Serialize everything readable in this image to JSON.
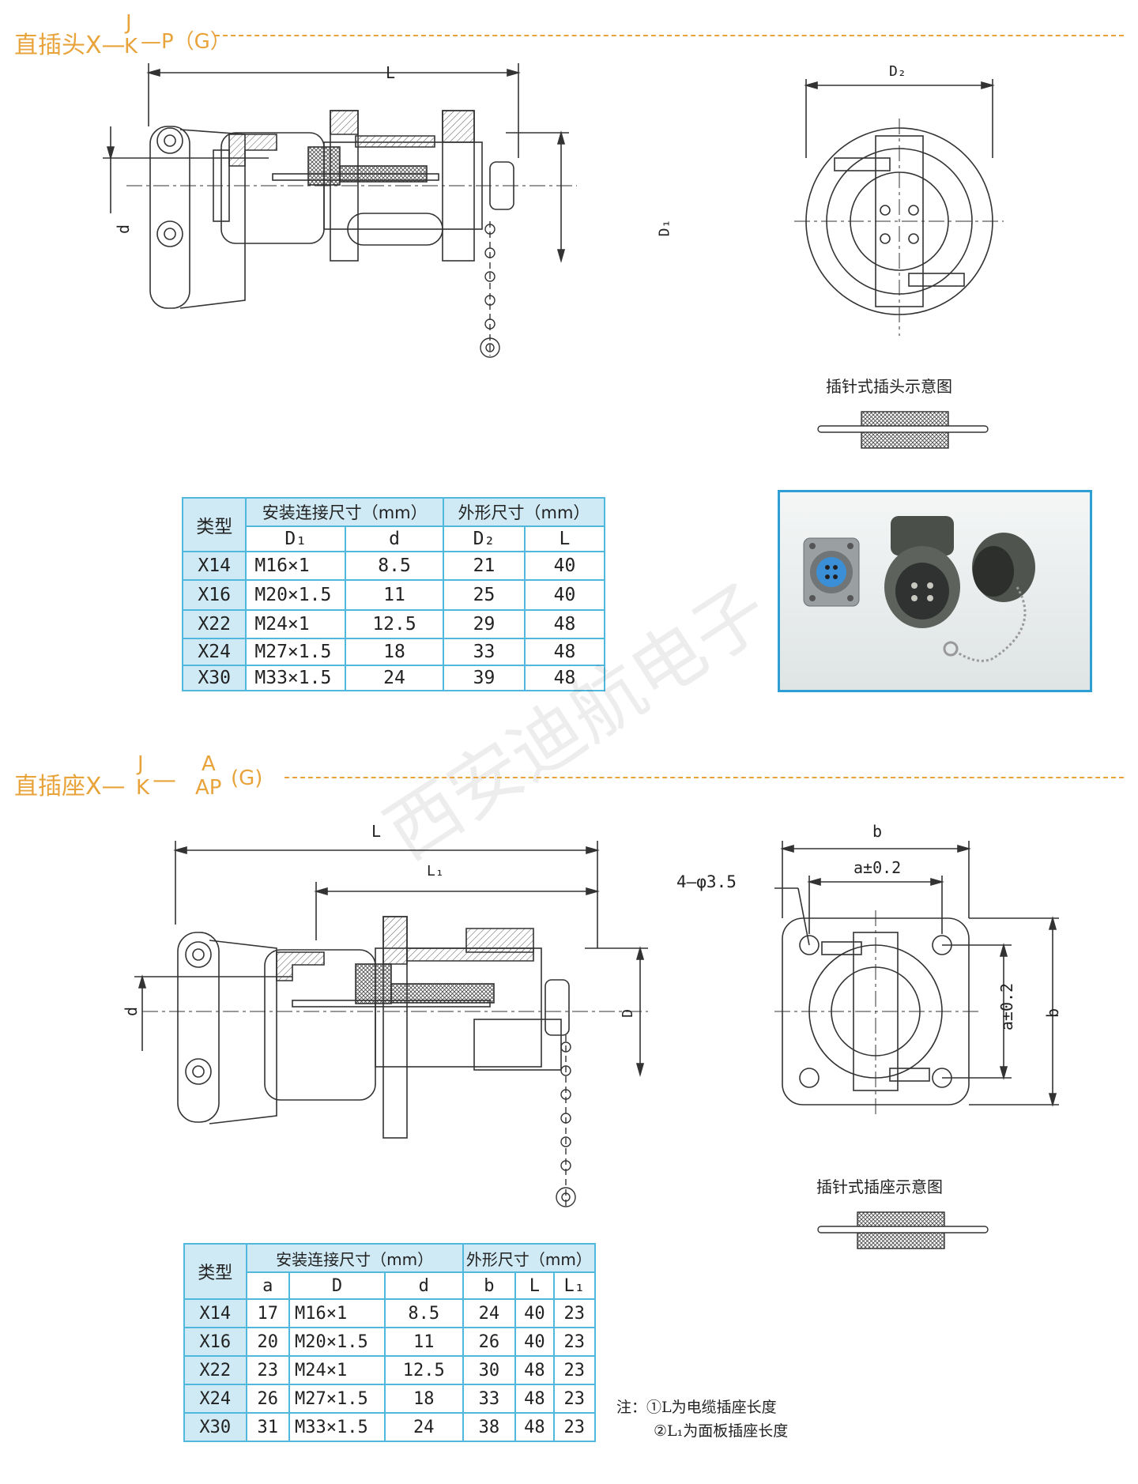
{
  "section1": {
    "title_main": "直插头X—",
    "title_top": "J",
    "title_bottom": "K",
    "title_tail": "—P（G）",
    "dim_L": "L",
    "dim_d": "d",
    "dim_D1": "D₁",
    "dim_D2": "D₂",
    "caption_pin": "插针式插头示意图",
    "table": {
      "type_header": "类型",
      "group1_header": "安装连接尺寸（mm）",
      "group2_header": "外形尺寸（mm）",
      "columns": [
        "D₁",
        "d",
        "D₂",
        "L"
      ],
      "rows": [
        {
          "type": "X14",
          "values": [
            "M16×1",
            "8.5",
            "21",
            "40"
          ]
        },
        {
          "type": "X16",
          "values": [
            "M20×1.5",
            "11",
            "25",
            "40"
          ]
        },
        {
          "type": "X22",
          "values": [
            "M24×1",
            "12.5",
            "29",
            "48"
          ]
        },
        {
          "type": "X24",
          "values": [
            "M27×1.5",
            "18",
            "33",
            "48"
          ]
        },
        {
          "type": "X30",
          "values": [
            "M33×1.5",
            "24",
            "39",
            "48"
          ]
        }
      ]
    }
  },
  "watermark": "西安迪航电子",
  "section2": {
    "title_main": "直插座X—",
    "title_top1": "J",
    "title_bottom1": "K",
    "title_dash": "—",
    "title_top2": "A",
    "title_bottom2": "AP",
    "title_tail": "(G)",
    "dim_L": "L",
    "dim_L1": "L₁",
    "dim_d": "d",
    "dim_D": "D",
    "dim_b_top": "b",
    "dim_a_top": "a±0.2",
    "dim_holes": "4—φ3.5",
    "dim_a_side": "a±0.2",
    "dim_b_side": "b",
    "caption_pin": "插针式插座示意图",
    "table": {
      "type_header": "类型",
      "group1_header": "安装连接尺寸（mm）",
      "group2_header": "外形尺寸（mm）",
      "columns": [
        "a",
        "D",
        "d",
        "b",
        "L",
        "L₁"
      ],
      "rows": [
        {
          "type": "X14",
          "values": [
            "17",
            "M16×1",
            "8.5",
            "24",
            "40",
            "23"
          ]
        },
        {
          "type": "X16",
          "values": [
            "20",
            "M20×1.5",
            "11",
            "26",
            "40",
            "23"
          ]
        },
        {
          "type": "X22",
          "values": [
            "23",
            "M24×1",
            "12.5",
            "30",
            "48",
            "23"
          ]
        },
        {
          "type": "X24",
          "values": [
            "26",
            "M27×1.5",
            "18",
            "33",
            "48",
            "23"
          ]
        },
        {
          "type": "X30",
          "values": [
            "31",
            "M33×1.5",
            "24",
            "38",
            "48",
            "23"
          ]
        }
      ]
    },
    "notes": [
      "注：①L为电缆插座长度",
      "②L₁为面板插座长度"
    ]
  }
}
